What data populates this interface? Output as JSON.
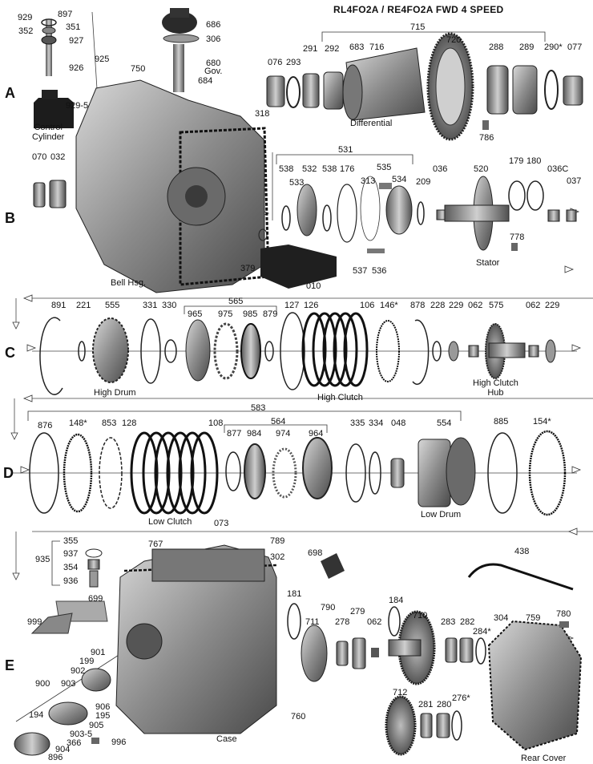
{
  "title": "RL4FO2A / RE4FO2A  FWD  4  SPEED",
  "rows": [
    "A",
    "B",
    "C",
    "D",
    "E"
  ],
  "callouts": {
    "n929": "929",
    "n897": "897",
    "n351": "351",
    "n352": "352",
    "n927": "927",
    "n926": "926",
    "n925": "925",
    "n929_5": "929-5",
    "n750": "750",
    "n686": "686",
    "n306": "306",
    "n680": "680",
    "n684": "684",
    "n715": "715",
    "n076": "076",
    "n293": "293",
    "n291": "291",
    "n292": "292",
    "n683": "683",
    "n716": "716",
    "n720": "720",
    "n288": "288",
    "n289": "289",
    "n290": "290*",
    "n077": "077",
    "n786": "786",
    "n318": "318",
    "n070": "070",
    "n032": "032",
    "n531": "531",
    "n538a": "538",
    "n532": "532",
    "n538b": "538",
    "n533": "533",
    "n176": "176",
    "n535": "535",
    "n313": "313",
    "n534": "534",
    "n209": "209",
    "n036": "036",
    "n520": "520",
    "n179": "179",
    "n180": "180",
    "n036c": "036C",
    "n037": "037",
    "n778": "778",
    "n379": "379",
    "n537": "537",
    "n536": "536",
    "n010": "010",
    "n891": "891",
    "n221": "221",
    "n555": "555",
    "n331": "331",
    "n330": "330",
    "n565": "565",
    "n965": "965",
    "n975": "975",
    "n985": "985",
    "n879": "879",
    "n127": "127",
    "n126": "126",
    "n106": "106",
    "n146": "146*",
    "n878": "878",
    "n228": "228",
    "n229a": "229",
    "n062a": "062",
    "n575": "575",
    "n062b": "062",
    "n229b": "229",
    "n583": "583",
    "n876": "876",
    "n148": "148*",
    "n853": "853",
    "n128": "128",
    "n108": "108",
    "n564": "564",
    "n877": "877",
    "n984": "984",
    "n974": "974",
    "n964": "964",
    "n335": "335",
    "n334": "334",
    "n048": "048",
    "n554": "554",
    "n885": "885",
    "n154": "154*",
    "n073": "073",
    "n789": "789",
    "n355": "355",
    "n935": "935",
    "n937": "937",
    "n767": "767",
    "n302": "302",
    "n698": "698",
    "n438": "438",
    "n354": "354",
    "n936": "936",
    "n699": "699",
    "n181": "181",
    "n790": "790",
    "n184": "184",
    "n711": "711",
    "n278": "278",
    "n279": "279",
    "n062c": "062",
    "n710": "710",
    "n283": "283",
    "n282": "282",
    "n304": "304",
    "n759": "759",
    "n780": "780",
    "n284": "284*",
    "n999": "999",
    "n901": "901",
    "n199": "199",
    "n902": "902",
    "n900": "900",
    "n903": "903",
    "n906": "906",
    "n195": "195",
    "n194": "194",
    "n905": "905",
    "n903_5": "903-5",
    "n366": "366",
    "n904": "904",
    "n896": "896",
    "n996": "996",
    "n760": "760",
    "n712": "712",
    "n281": "281",
    "n280": "280",
    "n276": "276*"
  },
  "captions": {
    "control_cylinder": "Control\nCylinder",
    "gov": "Gov.",
    "differential": "Differential",
    "bell_hsg": "Bell Hsg.",
    "stator": "Stator",
    "high_drum": "High Drum",
    "high_clutch": "High Clutch",
    "high_clutch_hub": "High Clutch\nHub",
    "low_clutch": "Low  Clutch",
    "low_drum": "Low  Drum",
    "case": "Case",
    "rear_cover": "Rear Cover"
  }
}
